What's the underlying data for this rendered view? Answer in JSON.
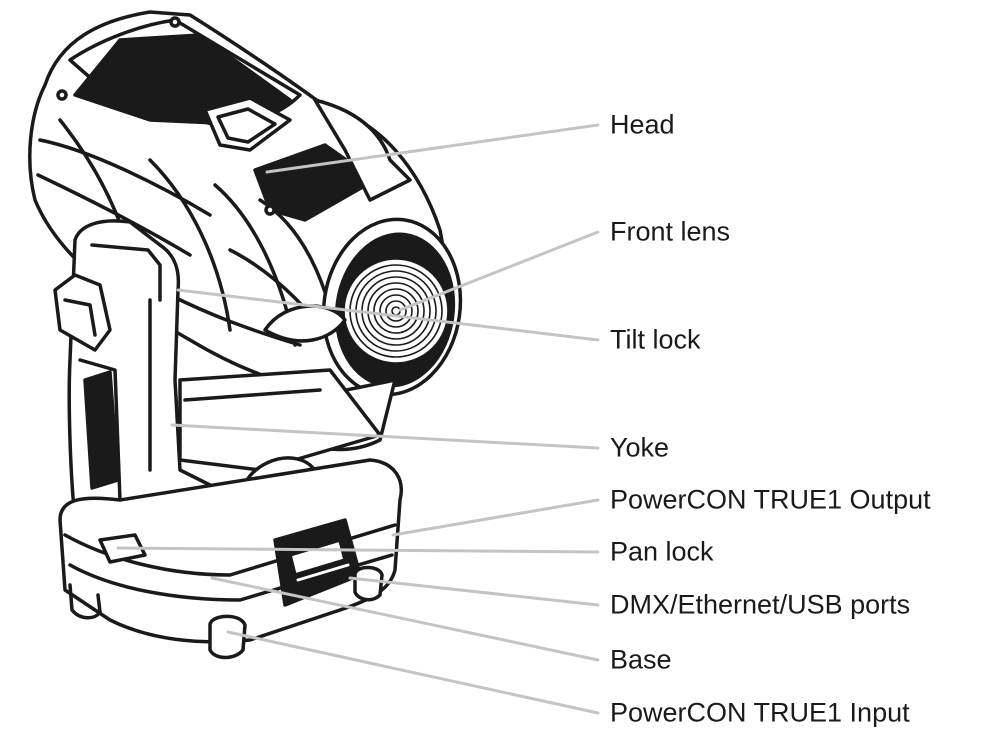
{
  "diagram": {
    "colors": {
      "outline": "#1a1a1a",
      "leader": "#c4c4c4",
      "text": "#1a1a1a",
      "fill": "#ffffff",
      "dark_panel": "#1a1a1a"
    },
    "callouts": [
      {
        "id": "head",
        "label": "Head"
      },
      {
        "id": "front-lens",
        "label": "Front lens"
      },
      {
        "id": "tilt-lock",
        "label": "Tilt lock"
      },
      {
        "id": "yoke",
        "label": "Yoke"
      },
      {
        "id": "powercon-output",
        "label": "PowerCON TRUE1 Output"
      },
      {
        "id": "pan-lock",
        "label": "Pan lock"
      },
      {
        "id": "ports",
        "label": "DMX/Ethernet/USB ports"
      },
      {
        "id": "base",
        "label": "Base"
      },
      {
        "id": "powercon-input",
        "label": "PowerCON TRUE1 Input"
      }
    ]
  }
}
